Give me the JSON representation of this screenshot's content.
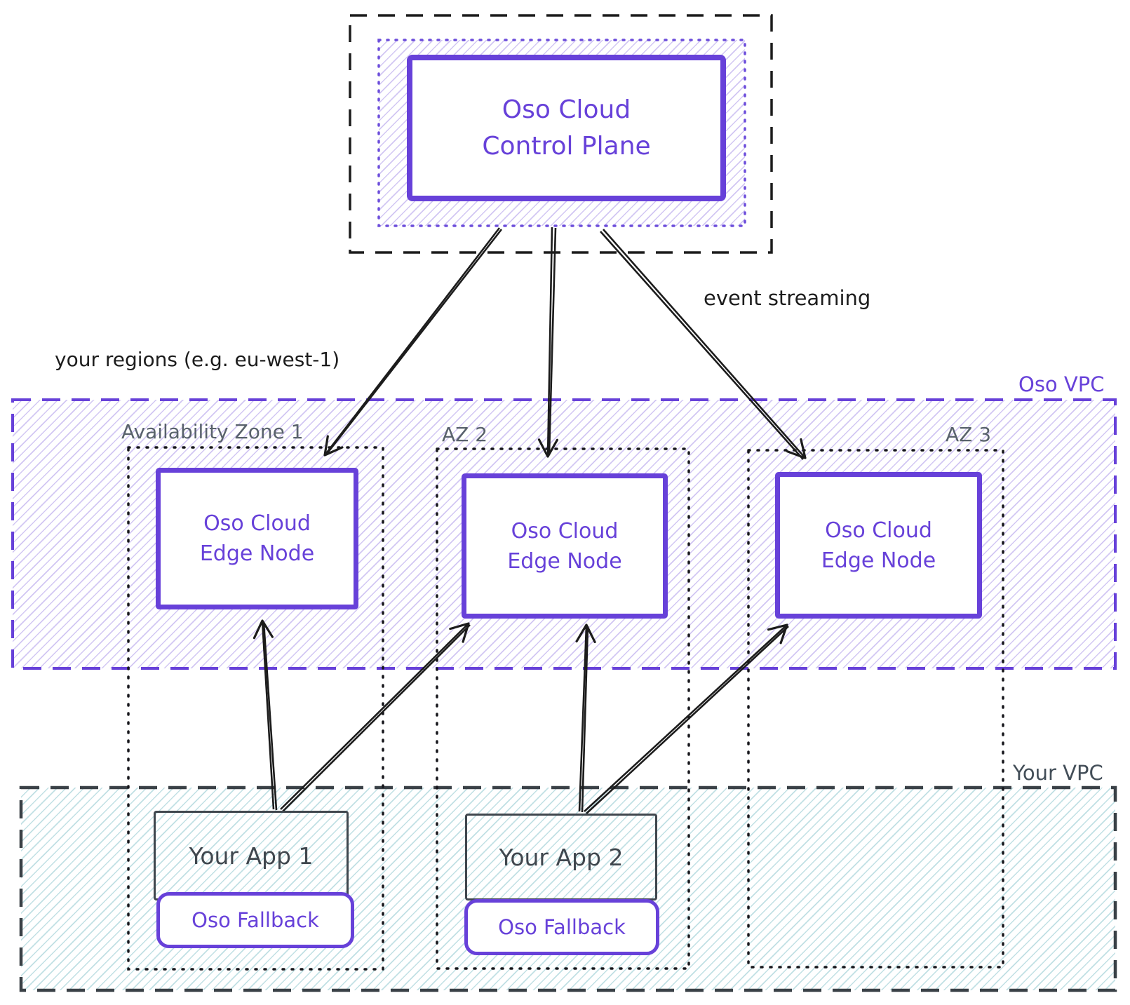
{
  "control_plane": {
    "line1": "Oso Cloud",
    "line2": "Control Plane"
  },
  "labels": {
    "event_streaming": "event streaming",
    "your_regions": "your regions (e.g. eu-west-1)",
    "oso_vpc": "Oso VPC",
    "your_vpc": "Your VPC"
  },
  "zones": [
    {
      "label": "Availability Zone 1",
      "node": {
        "line1": "Oso Cloud",
        "line2": "Edge Node"
      }
    },
    {
      "label": "AZ 2",
      "node": {
        "line1": "Oso Cloud",
        "line2": "Edge Node"
      }
    },
    {
      "label": "AZ 3",
      "node": {
        "line1": "Oso Cloud",
        "line2": "Edge Node"
      }
    }
  ],
  "apps": [
    {
      "label": "Your App 1",
      "fallback": "Oso Fallback"
    },
    {
      "label": "Your App 2",
      "fallback": "Oso Fallback"
    }
  ],
  "colors": {
    "purple": "#6741d9",
    "purple_hatch": "rgba(105,70,215,0.30)",
    "teal_hatch": "rgba(49,151,166,0.30)",
    "zone_label_gray": "#59626c",
    "app_gray": "#40474e",
    "vpc_label_slate": "#434e58",
    "ink_black": "#1c1c1c"
  }
}
